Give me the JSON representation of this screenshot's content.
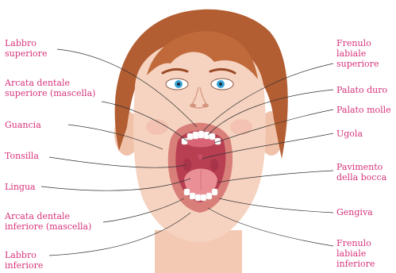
{
  "labels_left": [
    {
      "id": "labbro-superiore",
      "text": "Labbro\nsuperiore"
    },
    {
      "id": "arcata-superiore",
      "text": "Arcata dentale\nsuperiore (mascella)"
    },
    {
      "id": "guancia",
      "text": "Guancia"
    },
    {
      "id": "tonsilla",
      "text": "Tonsilla"
    },
    {
      "id": "lingua",
      "text": "Lingua"
    },
    {
      "id": "arcata-inferiore",
      "text": "Arcata dentale\ninferiore (mascella)"
    },
    {
      "id": "labbro-inferiore",
      "text": "Labbro\ninferiore"
    }
  ],
  "labels_right": [
    {
      "id": "frenulo-superiore",
      "text": "Frenulo\nlabiale\nsuperiore"
    },
    {
      "id": "palato-duro",
      "text": "Palato duro"
    },
    {
      "id": "palato-molle",
      "text": "Palato molle"
    },
    {
      "id": "ugola",
      "text": "Ugola"
    },
    {
      "id": "pavimento",
      "text": "Pavimento\ndella bocca"
    },
    {
      "id": "gengiva",
      "text": "Gengiva"
    },
    {
      "id": "frenulo-inferiore",
      "text": "Frenulo\nlabiale\ninferiore"
    }
  ],
  "colors": {
    "label": "#d6337a",
    "skin": "#f6d3c0",
    "hair": "#b25d32",
    "lips": "#d97f7a",
    "mouth": "#c74a5a",
    "tongue": "#e98f95",
    "eyes": "#3aa3d6",
    "leader": "#333333"
  }
}
